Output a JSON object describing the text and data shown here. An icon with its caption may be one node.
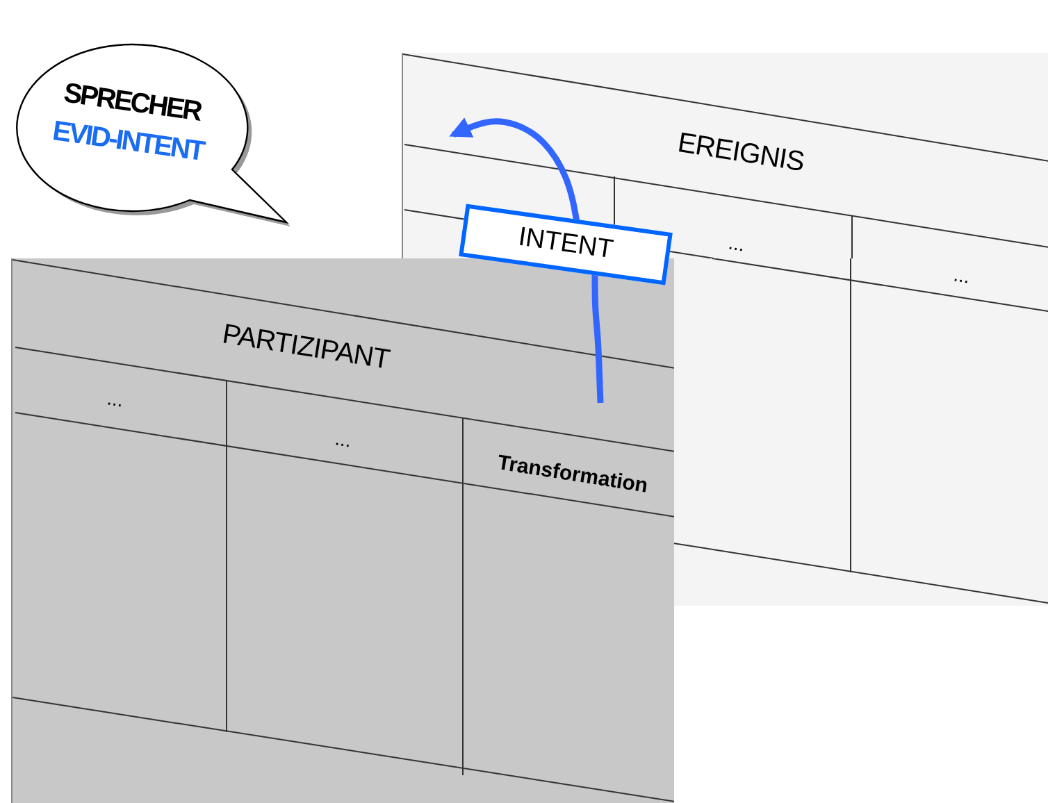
{
  "diagram": {
    "nodes": [
      {
        "text": [
          "SPRECHER",
          "EVID-INTENT"
        ]
      },
      {
        "text": [
          "EREIGNIS"
        ]
      },
      {
        "text": [
          "INTENT"
        ]
      },
      {
        "text": [
          "PARTIZIPANT"
        ]
      }
    ],
    "edges": [
      {
        "from": 3,
        "to": 2,
        "arrow": "none"
      },
      {
        "from": 2,
        "to": 1,
        "arrow": "to"
      }
    ],
    "labels": [
      "...",
      "...",
      "...",
      "...",
      "Transformation"
    ]
  }
}
